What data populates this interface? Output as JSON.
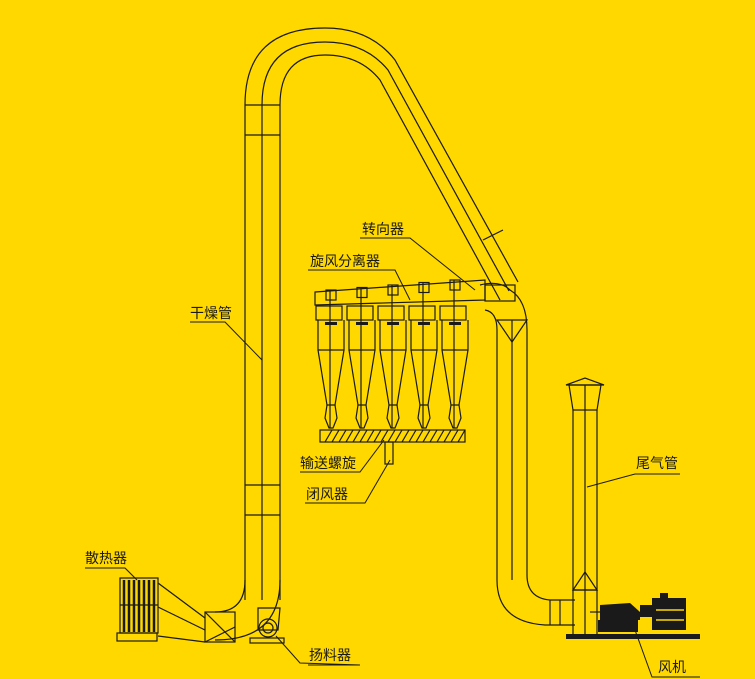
{
  "labels": {
    "turner": "转向器",
    "cyclone": "旋风分离器",
    "drying_tube": "干燥管",
    "screw_conveyor": "输送螺旋",
    "airlock": "闭风器",
    "exhaust_pipe": "尾气管",
    "radiator": "散热器",
    "lifter": "扬料器",
    "fan": "风机"
  },
  "colors": {
    "background": "#FFD800",
    "line": "#1a1a1a"
  }
}
